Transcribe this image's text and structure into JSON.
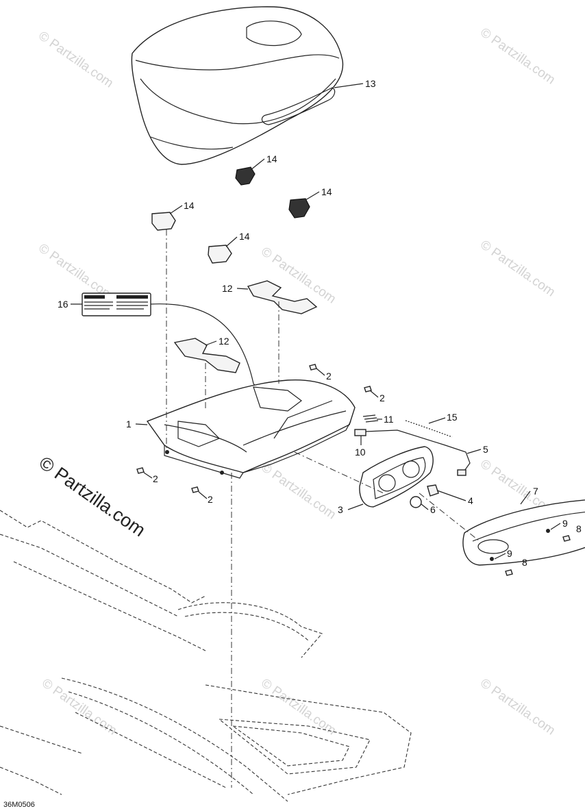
{
  "diagram_code": "36M0506",
  "watermark_small": "© Partzilla.com",
  "watermark_large": "© Partzilla.com",
  "callouts": [
    {
      "id": "c13",
      "label": "13"
    },
    {
      "id": "c14a",
      "label": "14"
    },
    {
      "id": "c14b",
      "label": "14"
    },
    {
      "id": "c14c",
      "label": "14"
    },
    {
      "id": "c14d",
      "label": "14"
    },
    {
      "id": "c12a",
      "label": "12"
    },
    {
      "id": "c12b",
      "label": "12"
    },
    {
      "id": "c16",
      "label": "16"
    },
    {
      "id": "c1",
      "label": "1"
    },
    {
      "id": "c2a",
      "label": "2"
    },
    {
      "id": "c2b",
      "label": "2"
    },
    {
      "id": "c2c",
      "label": "2"
    },
    {
      "id": "c2d",
      "label": "2"
    },
    {
      "id": "c11",
      "label": "11"
    },
    {
      "id": "c15",
      "label": "15"
    },
    {
      "id": "c10",
      "label": "10"
    },
    {
      "id": "c5",
      "label": "5"
    },
    {
      "id": "c4",
      "label": "4"
    },
    {
      "id": "c3",
      "label": "3"
    },
    {
      "id": "c6",
      "label": "6"
    },
    {
      "id": "c7",
      "label": "7"
    },
    {
      "id": "c9a",
      "label": "9"
    },
    {
      "id": "c8a",
      "label": "8"
    },
    {
      "id": "c9b",
      "label": "9"
    },
    {
      "id": "c8b",
      "label": "8"
    }
  ]
}
